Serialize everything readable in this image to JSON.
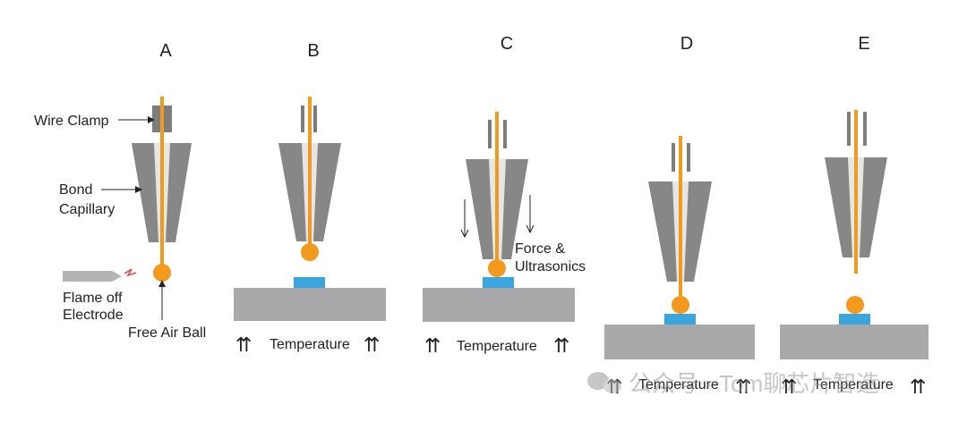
{
  "stages": [
    "A",
    "B",
    "C",
    "D",
    "E"
  ],
  "labels": {
    "wire_clamp": "Wire Clamp",
    "bond": "Bond",
    "capillary": "Capillary",
    "flame_off": "Flame off",
    "electrode": "Electrode",
    "free_air_ball": "Free Air Ball",
    "force": "Force &",
    "ultrasonics": "Ultrasonics",
    "temperature": "Temperature",
    "watermark": "公众号 · Tom聊芯片智造"
  },
  "colors": {
    "wire": "#f39a1e",
    "capillary": "#878787",
    "clamp": "#7d7d7d",
    "bore": "#e6e6e6",
    "substrate": "#a9a9ab",
    "pad": "#3aa6dd",
    "text": "#222222",
    "spark": "#e8474f",
    "electrode": "#b4b4b4"
  }
}
